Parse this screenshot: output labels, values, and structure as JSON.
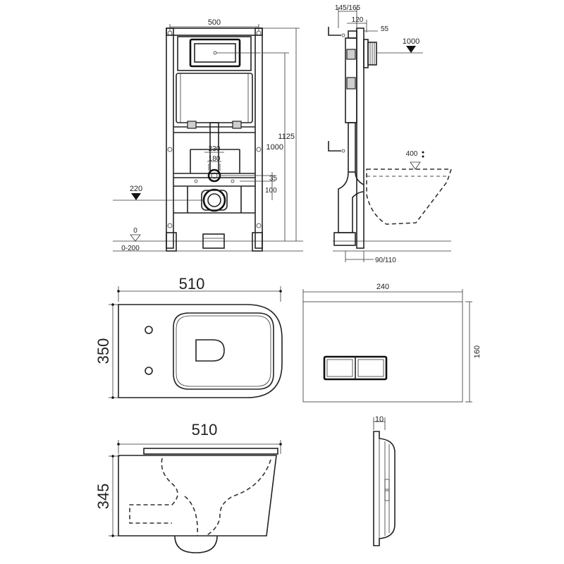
{
  "frame_front": {
    "width": "500",
    "height_total": "1125",
    "height_1000": "1000",
    "dim_230": "230",
    "dim_180": "180",
    "dim_35": "35",
    "dim_100": "100",
    "level_220": "220",
    "level_0": "0",
    "range_0_200": "0-200"
  },
  "frame_side": {
    "dim_145_165": "145/165",
    "dim_120": "120",
    "dim_55": "55",
    "level_1000": "1000",
    "level_400": "400",
    "dim_90_110": "90/110"
  },
  "bowl_top": {
    "width": "510",
    "depth": "350"
  },
  "bowl_side": {
    "width": "510",
    "height": "345"
  },
  "flush_plate": {
    "width": "240",
    "height": "160",
    "thickness": "10"
  }
}
